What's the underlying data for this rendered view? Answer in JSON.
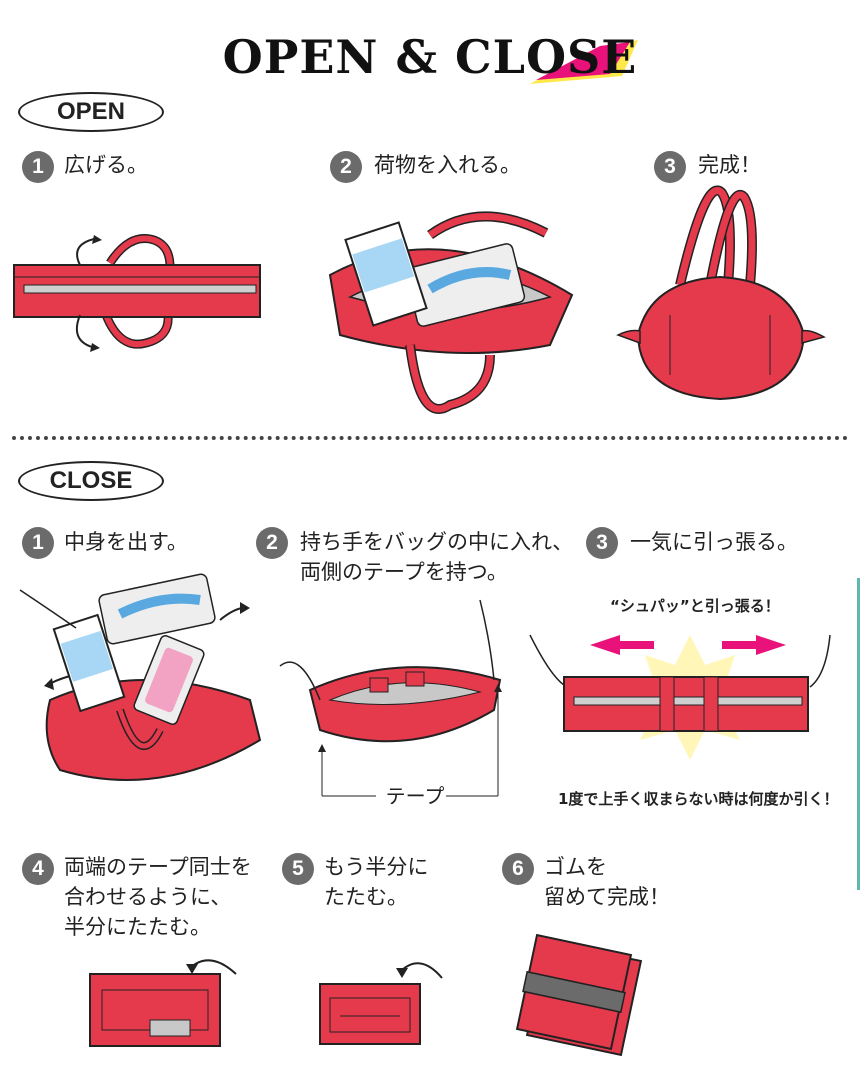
{
  "title": "OPEN & CLOSE",
  "colors": {
    "bag": "#e5394c",
    "bag_dark": "#b72333",
    "accent_pink": "#e8127a",
    "accent_yellow": "#ffe94a",
    "number_bg": "#6b6b6b"
  },
  "open": {
    "heading": "OPEN",
    "steps": [
      {
        "num": "1",
        "text": "広げる。"
      },
      {
        "num": "2",
        "text": "荷物を入れる。"
      },
      {
        "num": "3",
        "text": "完成！"
      }
    ]
  },
  "close": {
    "heading": "CLOSE",
    "steps": [
      {
        "num": "1",
        "text": "中身を出す。"
      },
      {
        "num": "2",
        "text": "持ち手をバッグの中に入れ、\n両側のテープを持つ。"
      },
      {
        "num": "3",
        "text": "一気に引っ張る。"
      },
      {
        "num": "4",
        "text": "両端のテープ同士を\n合わせるように、\n半分にたたむ。"
      },
      {
        "num": "5",
        "text": "もう半分に\nたたむ。"
      },
      {
        "num": "6",
        "text": "ゴムを\n留めて完成！"
      }
    ],
    "shupa": "“シュパッ”と引っ張る！",
    "tape_label": "テープ",
    "note": "1度で上手く収まらない時は何度か引く！"
  }
}
